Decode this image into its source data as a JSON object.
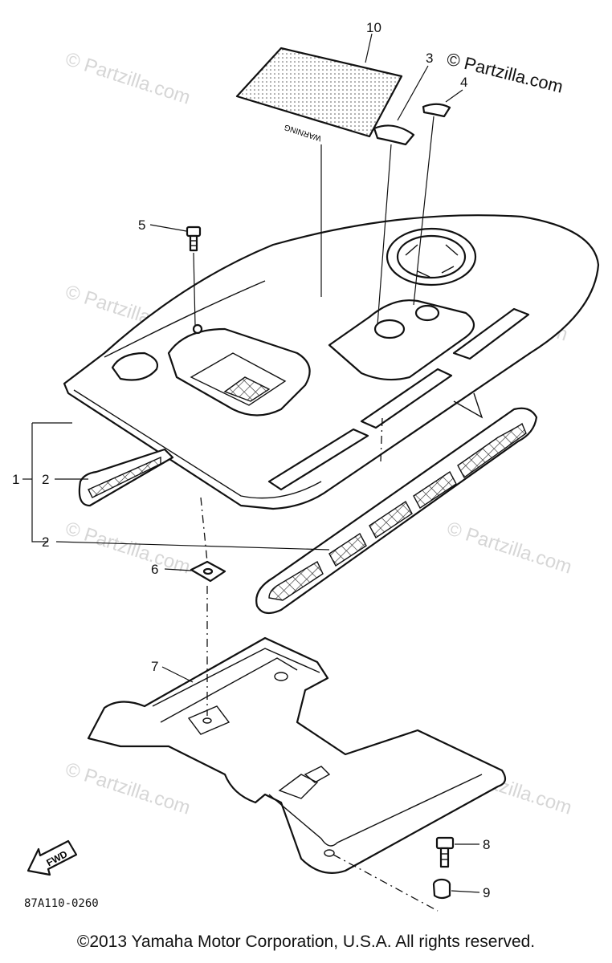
{
  "watermark": {
    "brand_text": "© Partzilla.com",
    "faint_text": "© Partzilla.com"
  },
  "callouts": {
    "c1": "1",
    "c2a": "2",
    "c2b": "2",
    "c3": "3",
    "c4": "4",
    "c5": "5",
    "c6": "6",
    "c7": "7",
    "c8": "8",
    "c9": "9",
    "c10": "10"
  },
  "sticker_text": "WARNING",
  "arrow_text": "FWD",
  "diagram_code": "87A110-0260",
  "copyright": "©2013 Yamaha Motor Corporation, U.S.A. All rights reserved."
}
